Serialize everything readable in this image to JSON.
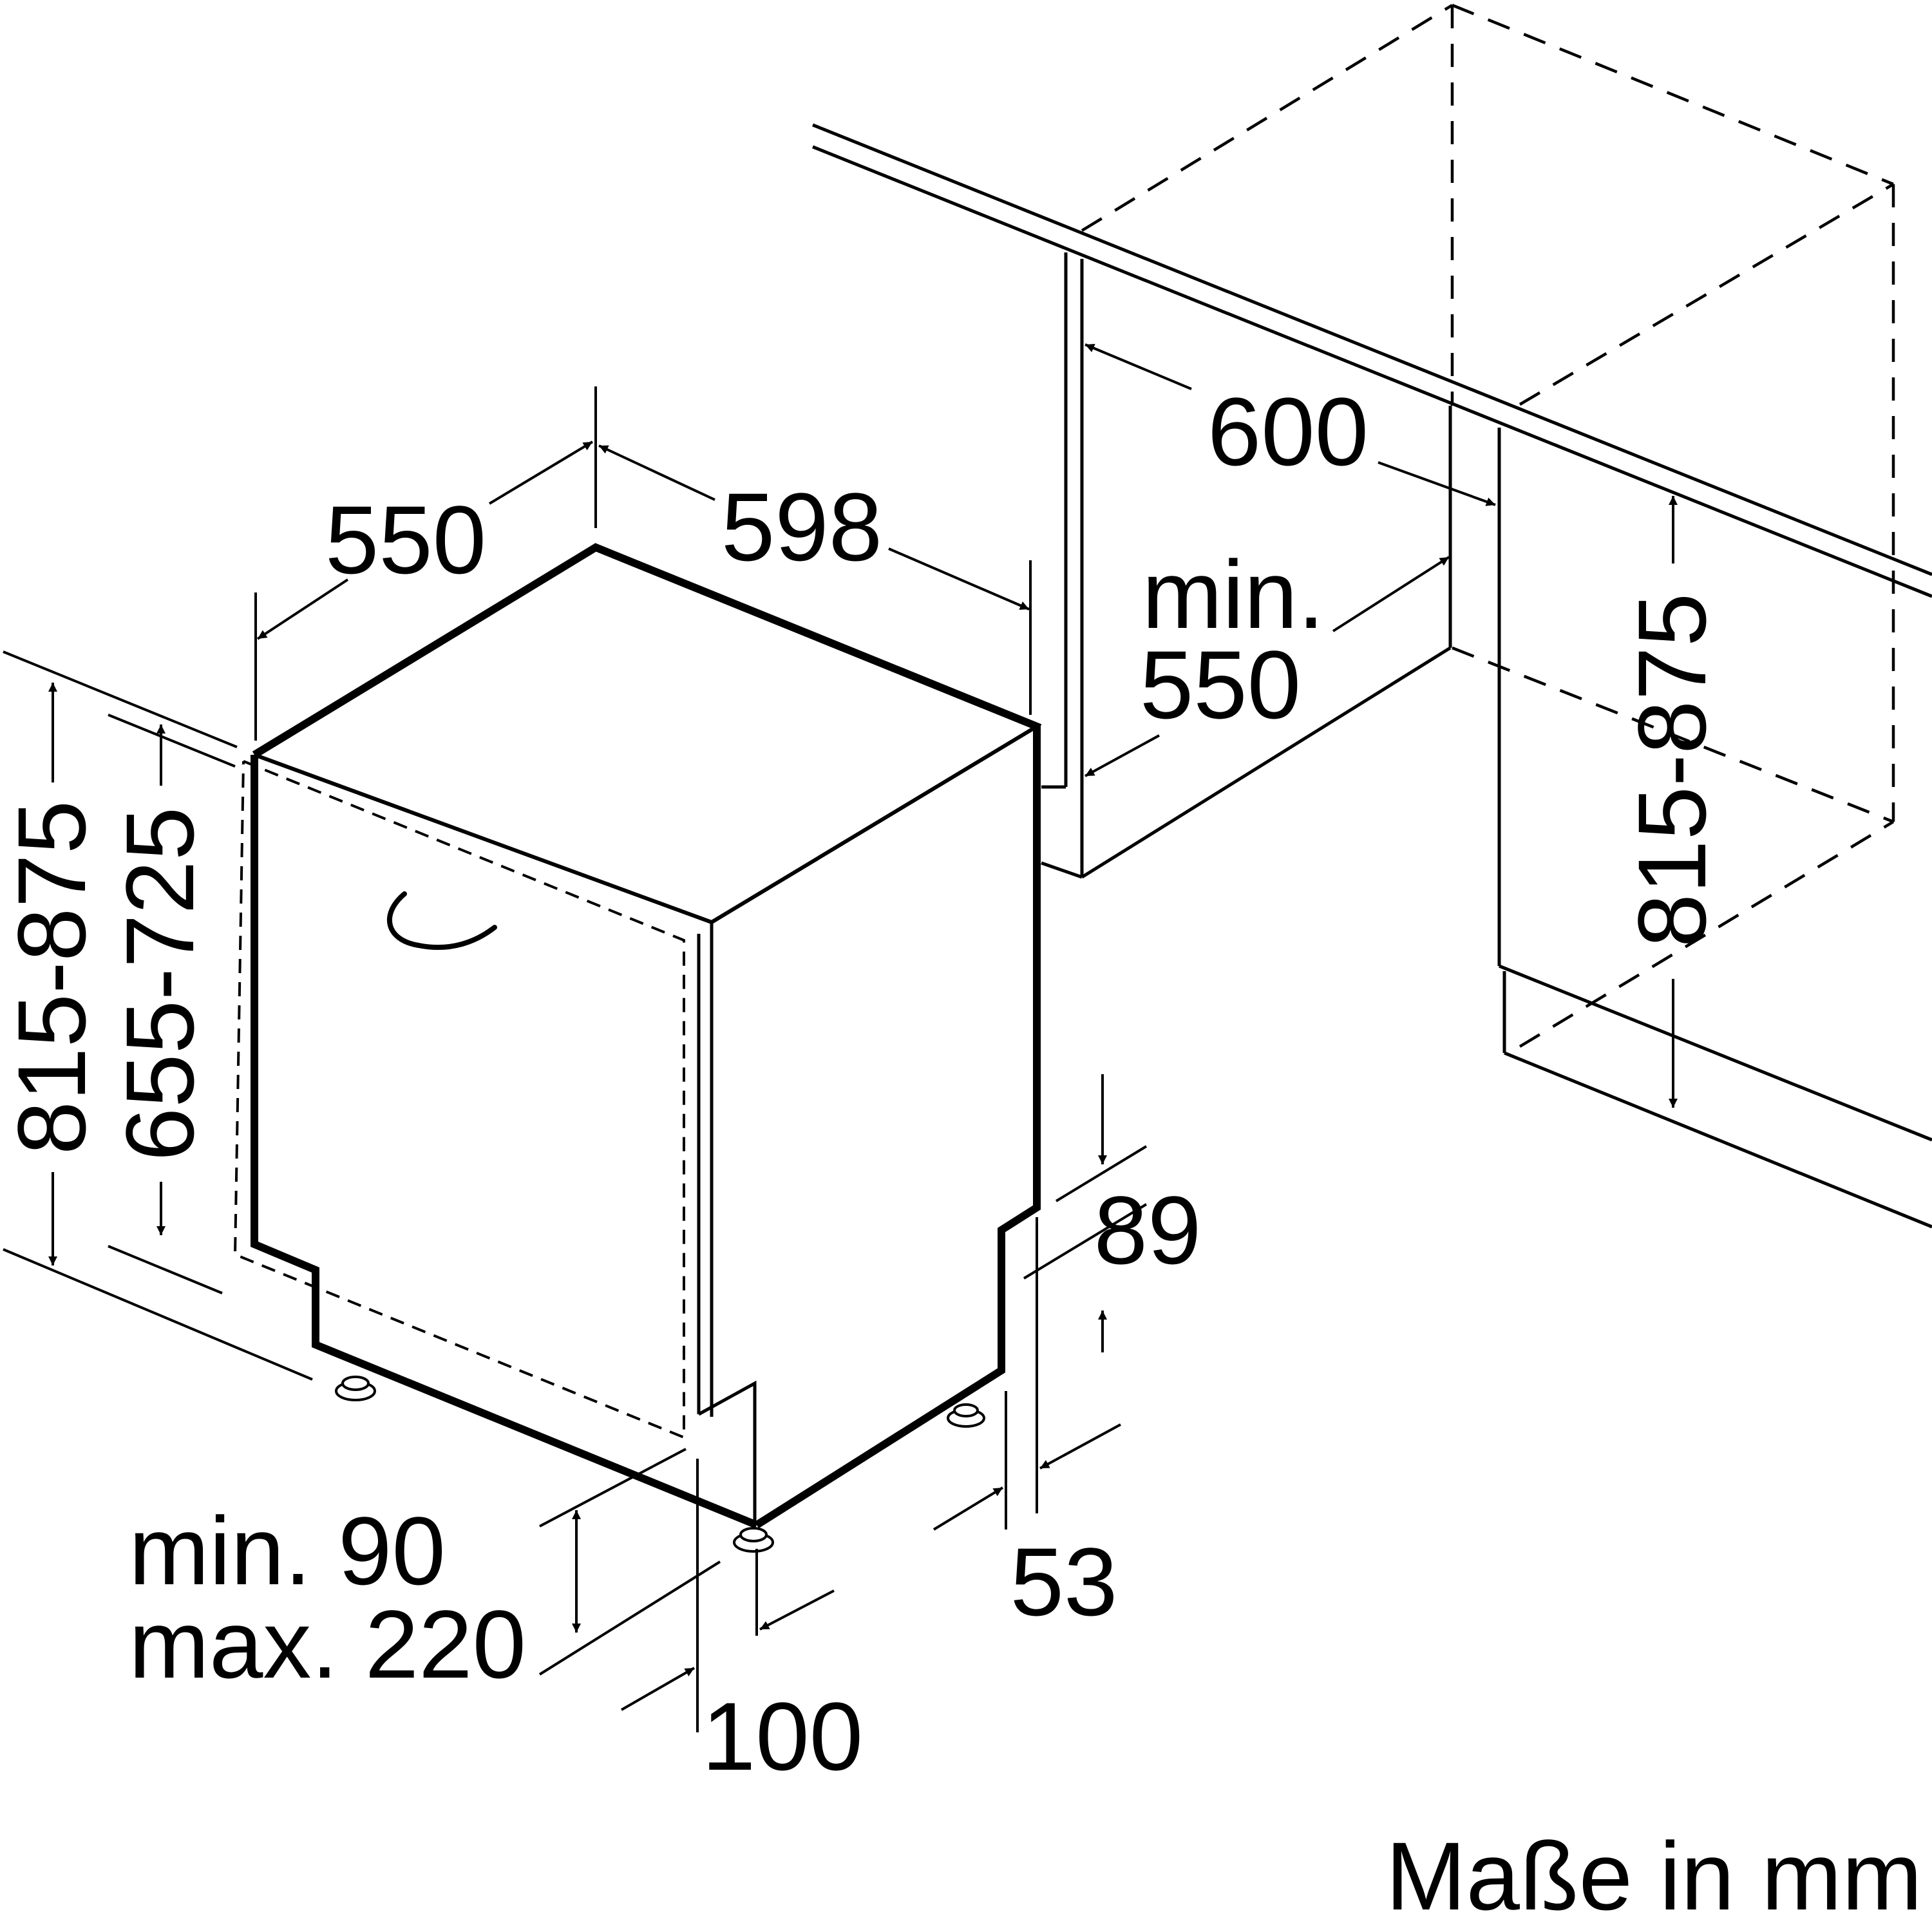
{
  "dimensions": {
    "depth": "550",
    "width": "598",
    "niche_width": "600",
    "niche_depth_line1": "min.",
    "niche_depth_line2": "550",
    "height_left": "815-875",
    "door_height": "655-725",
    "niche_height": "815-875",
    "kick_height": "89",
    "kick_offset": "53",
    "plinth_line1": "min. 90",
    "plinth_line2": "max. 220",
    "foot_offset": "100"
  },
  "footer": {
    "units": "Maße in mm"
  }
}
